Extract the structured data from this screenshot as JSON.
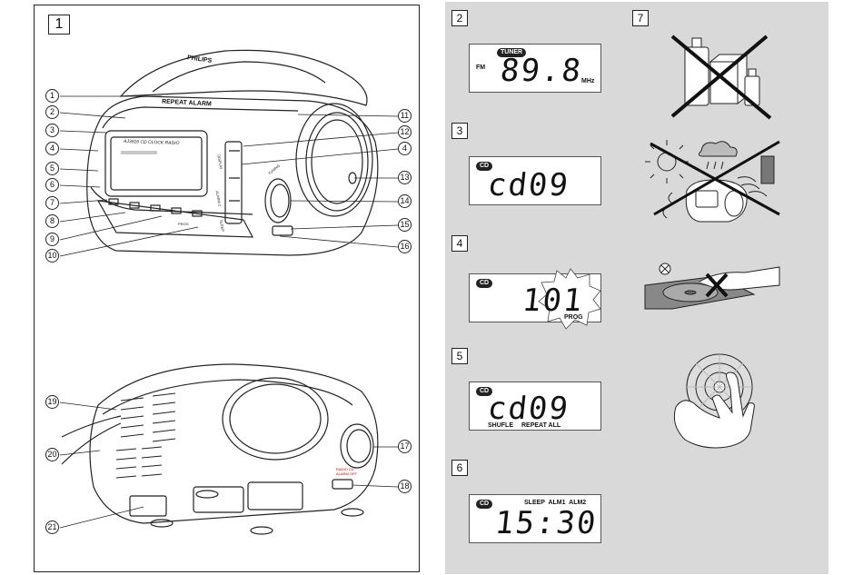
{
  "figures": {
    "f1": "1",
    "f2": "2",
    "f3": "3",
    "f4": "4",
    "f5": "5",
    "f6": "6",
    "f7": "7"
  },
  "device_labels": {
    "brand": "PHILIPS",
    "repeat_alarm": "REPEAT ALARM",
    "display_caption": "AJ3916 CD CLOCK RADIO",
    "tuning": "TUNING",
    "alarm2": "ALARM 2",
    "display_btn": "DISPLAY",
    "sleep_btn": "SLEEP",
    "prog_btn": "PROG",
    "source_switch": "RADIO CD ALARM OFF"
  },
  "callouts_front": {
    "c1": "1",
    "c2": "2",
    "c3": "3",
    "c4": "4",
    "c5": "5",
    "c6": "6",
    "c7": "7",
    "c8": "8",
    "c9": "9",
    "c10": "10",
    "c11": "11",
    "c12": "12",
    "c4b": "4",
    "c13": "13",
    "c14": "14",
    "c15": "15",
    "c16": "16"
  },
  "callouts_back": {
    "c19": "19",
    "c20": "20",
    "c21": "21",
    "c17": "17",
    "c18": "18"
  },
  "displays": {
    "d2": {
      "badge": "TUNER",
      "band": "FM",
      "digits": "89.8",
      "unit": "MHz"
    },
    "d3": {
      "badge": "CD",
      "digits": "cd09"
    },
    "d4": {
      "badge": "CD",
      "digits": "101",
      "label": "PROG"
    },
    "d5": {
      "badge": "CD",
      "digits": "cd09",
      "label1": "SHUFLE",
      "label2": "REPEAT ALL"
    },
    "d6": {
      "badge": "CD",
      "indicators": "SLEEP  ALM1  ALM2",
      "digits": "15:30"
    }
  }
}
